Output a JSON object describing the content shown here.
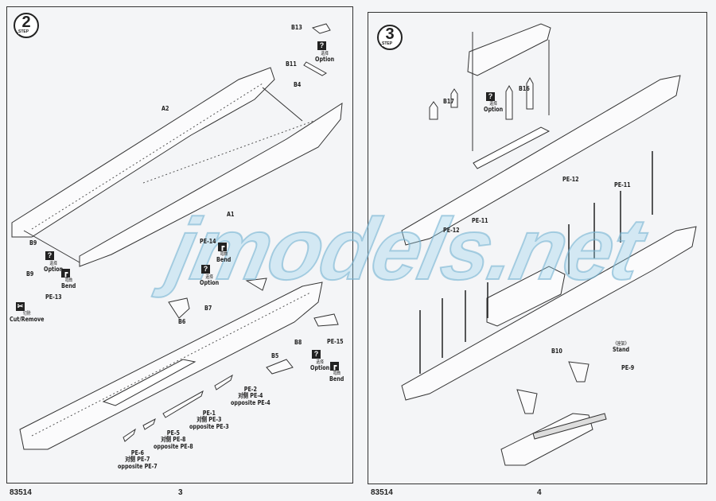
{
  "watermark": "jmodels.net",
  "left_page": {
    "step_number": "2",
    "step_label": "STEP",
    "page_number": "3",
    "kit_number": "83514",
    "labels": {
      "b13": "B13",
      "b11": "B11",
      "b4": "B4",
      "a2": "A2",
      "a1": "A1",
      "b9a": "B9",
      "b9b": "B9",
      "pe13": "PE-13",
      "pe14": "PE-14",
      "b7": "B7",
      "b6": "B6",
      "b8": "B8",
      "b5": "B5",
      "pe15": "PE-15"
    },
    "option_cn": "选择",
    "option_en": "Option",
    "bend_cn": "弯曲",
    "bend_en": "Bend",
    "cut_cn": "切除",
    "cut_en": "Cut/Remove",
    "pe_parts": [
      {
        "part": "PE-2",
        "cn": "对侧 PE-4",
        "en": "opposite PE-4"
      },
      {
        "part": "PE-1",
        "cn": "对侧 PE-3",
        "en": "opposite PE-3"
      },
      {
        "part": "PE-5",
        "cn": "对侧 PE-8",
        "en": "opposite PE-8"
      },
      {
        "part": "PE-6",
        "cn": "对侧 PE-7",
        "en": "opposite PE-7"
      }
    ]
  },
  "right_page": {
    "step_number": "3",
    "step_label": "STEP",
    "page_number": "4",
    "kit_number": "83514",
    "labels": {
      "b17": "B17",
      "b16": "B16",
      "pe11a": "PE-11",
      "pe12a": "PE-12",
      "pe11b": "PE-11",
      "pe12b": "PE-12",
      "b10": "B10",
      "pe9": "PE-9"
    },
    "option_cn": "选择",
    "option_en": "Option",
    "stand_cn": "《座架》",
    "stand_en": "Stand"
  }
}
